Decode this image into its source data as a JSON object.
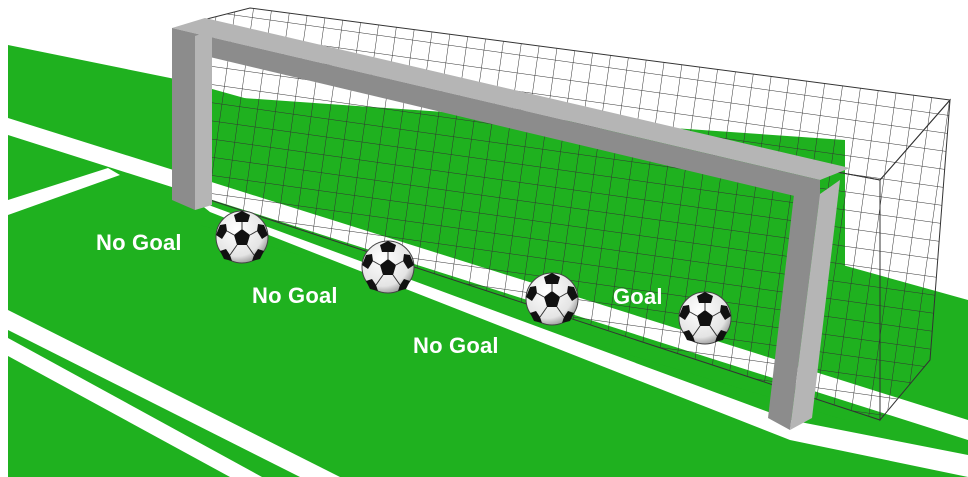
{
  "colors": {
    "grass": "#1fb11f",
    "line": "#ffffff",
    "post": "#9a9a9a",
    "post_shade": "#6f6f6f",
    "net": "#333333"
  },
  "labels": {
    "ball_1": "No Goal",
    "ball_2": "No Goal",
    "ball_3": "No Goal",
    "ball_4": "Goal"
  }
}
